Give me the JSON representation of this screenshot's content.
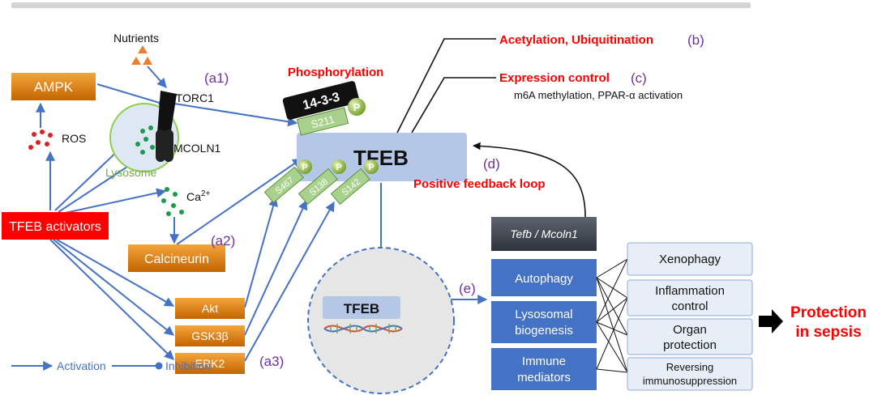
{
  "nodes": {
    "nutrients": "Nutrients",
    "ampk": "AMPK",
    "mtorc1": "mTORC1",
    "ros": "ROS",
    "mcoln1": "MCOLN1",
    "lysosome": "Lysosome",
    "ca": "Ca",
    "ca_sup": "2+",
    "tfeb_activators": "TFEB activators",
    "calcineurin": "Calcineurin",
    "akt": "Akt",
    "gsk3b": "GSK3β",
    "erk2": "ERK2",
    "protein_1433": "14-3-3",
    "tfeb_main": "TFEB",
    "tfeb_nucleus": "TFEB",
    "tefb_mcoln1": "Tefb / Mcoln1"
  },
  "phospho_sites": {
    "s211": "S211",
    "s467": "S467",
    "s138": "S138",
    "s142": "S142",
    "p": "P"
  },
  "tags": {
    "a1": "(a1)",
    "a2": "(a2)",
    "a3": "(a3)",
    "b": "(b)",
    "c": "(c)",
    "d": "(d)",
    "e": "(e)"
  },
  "labels": {
    "phosphorylation": "Phosphorylation",
    "acetylation": "Acetylation, Ubiquitination",
    "expression_control": "Expression control",
    "m6a": "m6A methylation, PPAR-α activation",
    "positive_feedback": "Positive feedback loop",
    "protection_line1": "Protection",
    "protection_line2": "in sepsis"
  },
  "processes": {
    "autophagy": "Autophagy",
    "lysosomal_line1": "Lysosomal",
    "lysosomal_line2": "biogenesis",
    "immune_line1": "Immune",
    "immune_line2": "mediators"
  },
  "outcomes": {
    "xenophagy": "Xenophagy",
    "inflammation_line1": "Inflammation",
    "inflammation_line2": "control",
    "organ_line1": "Organ",
    "organ_line2": "protection",
    "reversing_line1": "Reversing",
    "reversing_line2": "immunosuppression"
  },
  "legend": {
    "activation": "Activation",
    "inhibition": "Inhibition"
  },
  "colors": {
    "arrow_blue": "#4472c4",
    "red_text": "#ff0000",
    "purple_text": "#7030a0",
    "orange_box": "#e07b00",
    "green_site": "#a9d18e",
    "tfeb_box": "#b4c7e7",
    "process_box": "#4472c4",
    "outcome_box": "#e8eef8"
  }
}
